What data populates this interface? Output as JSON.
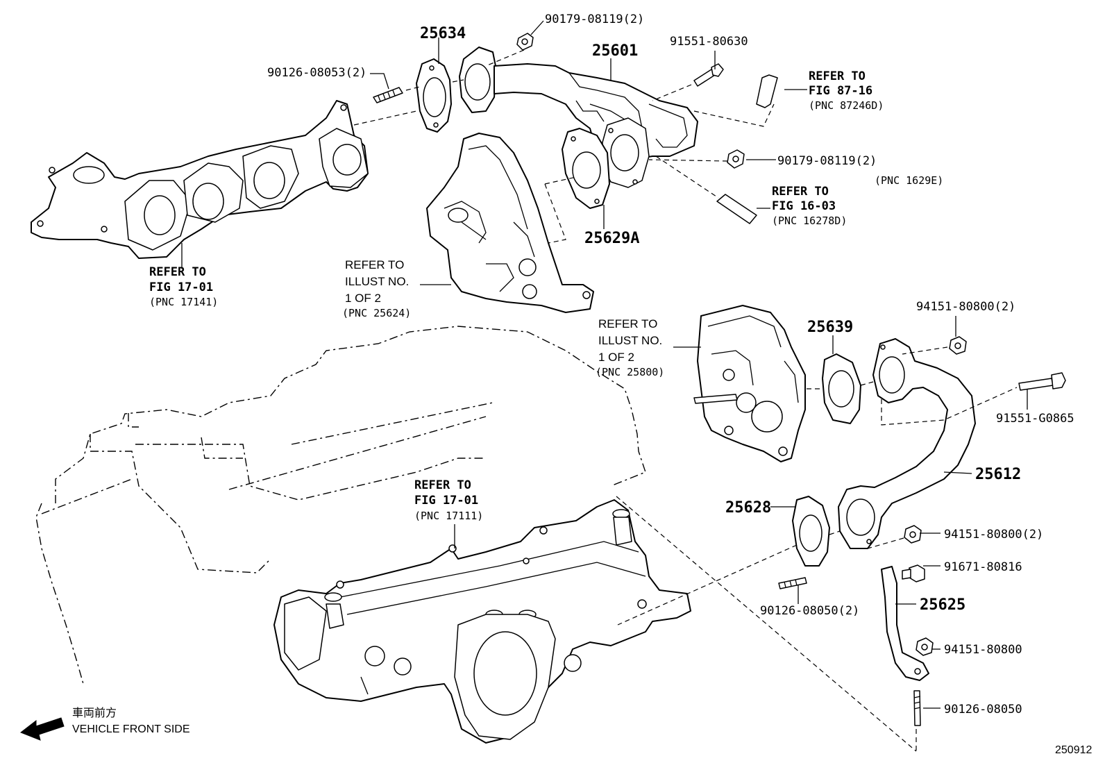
{
  "parts": {
    "p25634": "25634",
    "p25601": "25601",
    "p25629A": "25629A",
    "p25639": "25639",
    "p25612": "25612",
    "p25628": "25628",
    "p25625": "25625",
    "p90179_top": "90179-08119(2)",
    "p91551_80630": "91551-80630",
    "p90126_08053": "90126-08053(2)",
    "p90179_mid": "90179-08119(2)",
    "p94151_top": "94151-80800(2)",
    "p91551_G0865": "91551-G0865",
    "p94151_mid": "94151-80800(2)",
    "p91671": "91671-80816",
    "p94151_single": "94151-80800",
    "p90126_08050_2": "90126-08050(2)",
    "p90126_08050": "90126-08050"
  },
  "refs": {
    "fig8716": {
      "l1": "REFER TO",
      "l2": "FIG 87-16",
      "pnc": "(PNC 87246D)"
    },
    "pnc1629e": "(PNC 1629E)",
    "fig1603": {
      "l1": "REFER TO",
      "l2": "FIG 16-03",
      "pnc": "(PNC 16278D)"
    },
    "fig1701a": {
      "l1": "REFER TO",
      "l2": "FIG 17-01",
      "pnc": "(PNC 17141)"
    },
    "illust25624": {
      "l1": "REFER TO",
      "l2": "ILLUST NO.",
      "l3": "1 OF 2",
      "pnc": "(PNC 25624)"
    },
    "illust25800": {
      "l1": "REFER TO",
      "l2": "ILLUST NO.",
      "l3": "1 OF 2",
      "pnc": "(PNC 25800)"
    },
    "fig1701b": {
      "l1": "REFER TO",
      "l2": "FIG 17-01",
      "pnc": "(PNC 17111)"
    }
  },
  "direction": {
    "jp": "車両前方",
    "en": "VEHICLE FRONT SIDE",
    "icon": "arrow-left-icon"
  },
  "illustration_number": "250912"
}
